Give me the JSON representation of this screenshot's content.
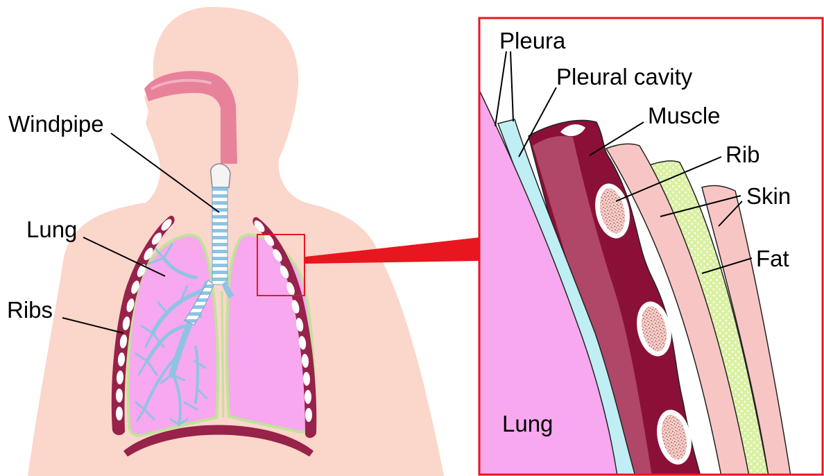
{
  "labels": {
    "windpipe": "Windpipe",
    "lung_left": "Lung",
    "ribs": "Ribs",
    "pleura": "Pleura",
    "pleural_cavity": "Pleural cavity",
    "muscle": "Muscle",
    "rib": "Rib",
    "skin": "Skin",
    "fat": "Fat",
    "lung_zoom": "Lung"
  },
  "colors": {
    "body": "#fbd6ca",
    "lung": "#f7a8ee",
    "pleura_outline": "#bfe39a",
    "bronchi": "#8fc3e3",
    "rib_maroon": "#97224a",
    "muscle": "#8b1038",
    "muscle_light": "#b04768",
    "skin": "#f7c6c4",
    "fat": "#d9f0a0",
    "pleural_blue": "#bfeff5",
    "callout_red": "#e8161e",
    "nasal": "#e8819a"
  }
}
